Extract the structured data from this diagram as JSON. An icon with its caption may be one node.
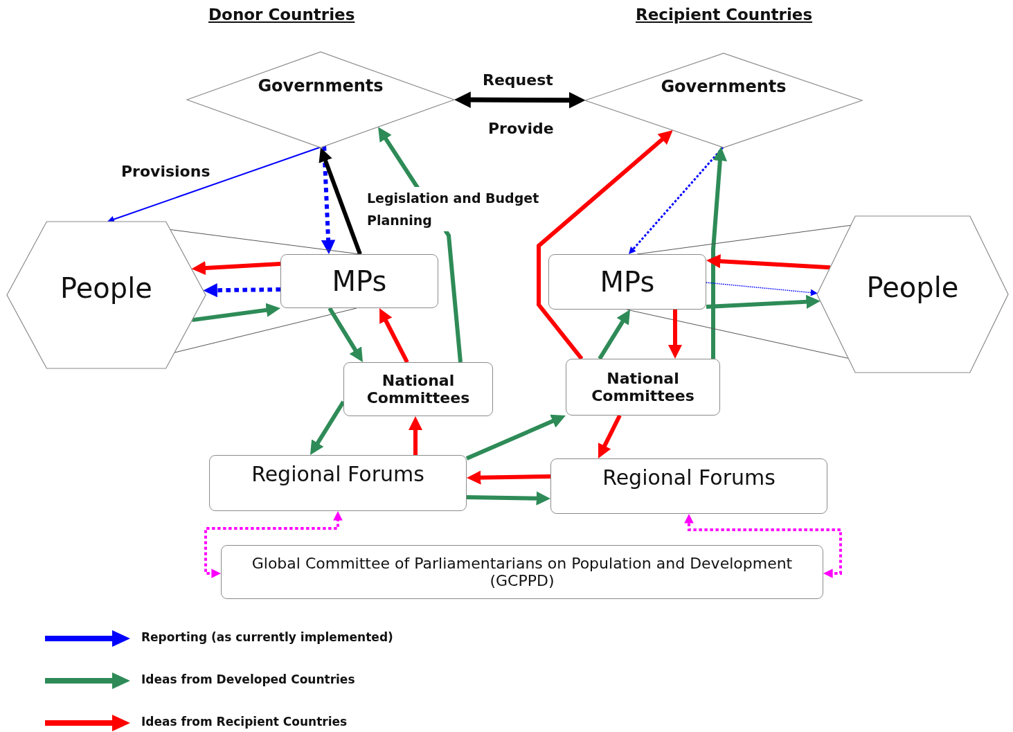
{
  "diagram": {
    "nodes": [
      {
        "text": [
          "Governments"
        ]
      },
      {
        "text": [
          "Governments"
        ]
      },
      {
        "text": [
          "People"
        ]
      },
      {
        "text": [
          "MPs"
        ]
      },
      {
        "text": [
          "National Committees"
        ]
      },
      {
        "text": [
          "Regional Forums"
        ]
      },
      {
        "text": [
          "MPs"
        ]
      },
      {
        "text": [
          "People"
        ]
      },
      {
        "text": [
          "National Committees"
        ]
      },
      {
        "text": [
          "Regional Forums"
        ]
      },
      {
        "text": [
          "Global Committee of Parliamentarians on Population and Development (GCPPD)"
        ]
      }
    ],
    "edges": [
      {
        "from": 0,
        "to": 1,
        "arrow": "both",
        "label": "Request",
        "color": "#000000"
      },
      {
        "from": 0,
        "to": 2,
        "arrow": "to",
        "label": "Provisions",
        "color": "#0000ff"
      },
      {
        "from": 0,
        "to": 3,
        "arrow": "to",
        "style": "dashed",
        "color": "#0000ff"
      },
      {
        "from": 3,
        "to": 0,
        "arrow": "to",
        "color": "#000000"
      },
      {
        "from": 4,
        "to": 0,
        "arrow": "to",
        "label": "Legislation and Budget Planning",
        "color": "#2e8b57"
      },
      {
        "from": 2,
        "to": 3,
        "arrow": "none",
        "color": "#555555"
      },
      {
        "from": 2,
        "to": 3,
        "arrow": "none",
        "color": "#555555"
      },
      {
        "from": 3,
        "to": 2,
        "arrow": "to",
        "color": "#ff0000"
      },
      {
        "from": 3,
        "to": 2,
        "arrow": "to",
        "style": "dashed",
        "color": "#0000ff"
      },
      {
        "from": 2,
        "to": 3,
        "arrow": "to",
        "color": "#2e8b57"
      },
      {
        "from": 3,
        "to": 4,
        "arrow": "to",
        "color": "#2e8b57"
      },
      {
        "from": 4,
        "to": 3,
        "arrow": "to",
        "color": "#ff0000"
      },
      {
        "from": 4,
        "to": 5,
        "arrow": "to",
        "color": "#2e8b57"
      },
      {
        "from": 5,
        "to": 4,
        "arrow": "to",
        "color": "#ff0000"
      },
      {
        "from": 5,
        "to": 8,
        "arrow": "to",
        "color": "#2e8b57"
      },
      {
        "from": 9,
        "to": 5,
        "arrow": "to",
        "color": "#ff0000"
      },
      {
        "from": 5,
        "to": 9,
        "arrow": "to",
        "color": "#2e8b57"
      },
      {
        "from": 8,
        "to": 1,
        "arrow": "to",
        "color": "#ff0000"
      },
      {
        "from": 1,
        "to": 6,
        "arrow": "to",
        "style": "dashed",
        "color": "#0000ff"
      },
      {
        "from": 8,
        "to": 1,
        "arrow": "to",
        "color": "#2e8b57"
      },
      {
        "from": 6,
        "to": 7,
        "arrow": "none",
        "color": "#555555"
      },
      {
        "from": 6,
        "to": 7,
        "arrow": "none",
        "color": "#555555"
      },
      {
        "from": 7,
        "to": 6,
        "arrow": "to",
        "color": "#ff0000"
      },
      {
        "from": 6,
        "to": 7,
        "arrow": "to",
        "style": "dashed",
        "color": "#0000ff"
      },
      {
        "from": 6,
        "to": 7,
        "arrow": "to",
        "color": "#2e8b57"
      },
      {
        "from": 8,
        "to": 6,
        "arrow": "to",
        "color": "#2e8b57"
      },
      {
        "from": 6,
        "to": 8,
        "arrow": "to",
        "color": "#ff0000"
      },
      {
        "from": 8,
        "to": 9,
        "arrow": "to",
        "color": "#ff0000"
      },
      {
        "from": 10,
        "to": 5,
        "arrow": "both",
        "style": "dashed",
        "color": "#ff00ff"
      },
      {
        "from": 10,
        "to": 9,
        "arrow": "both",
        "style": "dashed",
        "color": "#ff00ff"
      }
    ],
    "labels": [
      "Donor Countries",
      "Recipient Countries",
      "Provide"
    ],
    "legend": [
      {
        "text": "Reporting (as currently implemented)",
        "color": "#0000ff"
      },
      {
        "text": "Ideas from Developed Countries",
        "color": "#2e8b57"
      },
      {
        "text": "Ideas from Recipient Countries",
        "color": "#ff0000"
      }
    ]
  }
}
